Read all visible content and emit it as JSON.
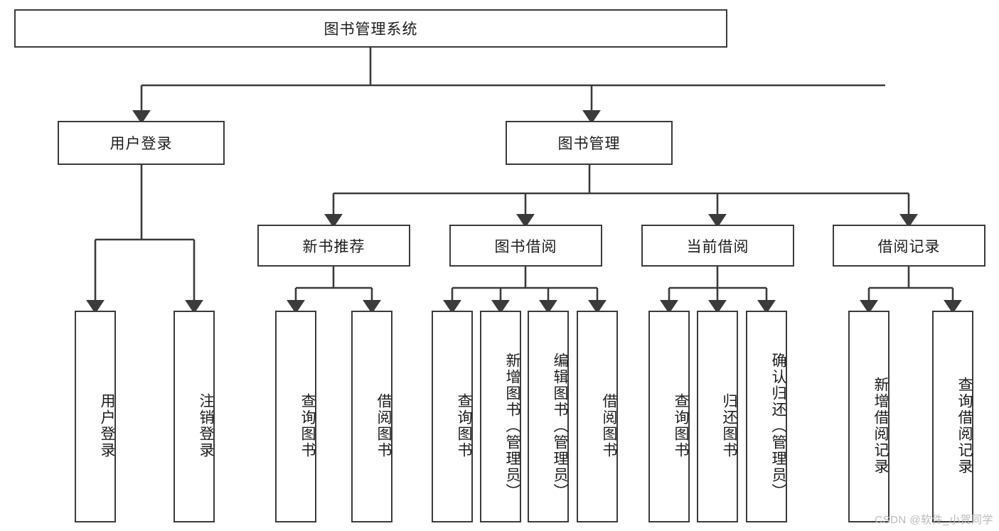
{
  "diagram": {
    "type": "tree",
    "title": "图书管理系统",
    "orientation": "top-down",
    "arrow_color": "#3b3b3b",
    "box_border_color": "#3b3b3b",
    "box_fill_color": "#ffffff",
    "text_color": "#1c1c1c",
    "root": {
      "label": "图书管理系统"
    },
    "level2": [
      {
        "label": "用户登录"
      },
      {
        "label": "图书管理"
      }
    ],
    "level3": [
      {
        "label": "新书推荐"
      },
      {
        "label": "图书借阅"
      },
      {
        "label": "当前借阅"
      },
      {
        "label": "借阅记录"
      }
    ],
    "leaves": {
      "user_login": [
        {
          "label": "用户登录"
        },
        {
          "label": "注销登录"
        }
      ],
      "new_book_recommend": [
        {
          "label": "查询图书"
        },
        {
          "label": "借阅图书"
        }
      ],
      "book_borrow": [
        {
          "label": "查询图书"
        },
        {
          "label": "新增图书（管理员）"
        },
        {
          "label": "编辑图书（管理员）"
        },
        {
          "label": "借阅图书"
        }
      ],
      "current_borrow": [
        {
          "label": "查询图书"
        },
        {
          "label": "归还图书"
        },
        {
          "label": "确认归还（管理员）"
        }
      ],
      "borrow_record": [
        {
          "label": "新增借阅记录"
        },
        {
          "label": "查询借阅记录"
        }
      ]
    }
  },
  "watermark": {
    "text": "CSDN @软件_小贺同学"
  }
}
